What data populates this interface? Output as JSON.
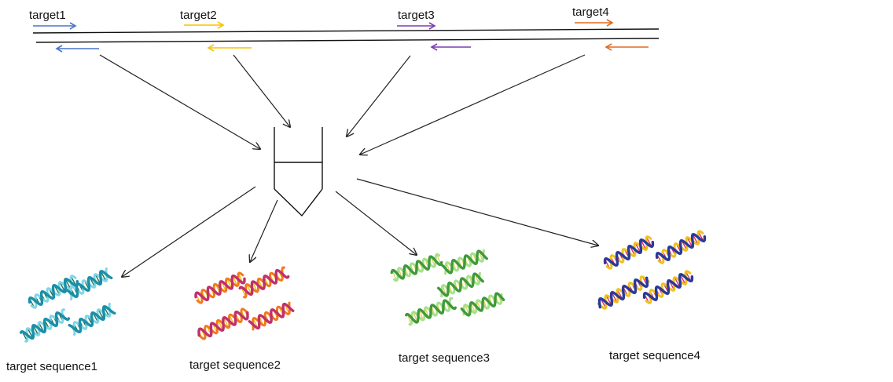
{
  "targets": [
    {
      "label": "target1",
      "color": "#4a74c9"
    },
    {
      "label": "target2",
      "color": "#f5c400"
    },
    {
      "label": "target3",
      "color": "#7a3fb0"
    },
    {
      "label": "target4",
      "color": "#e06a1e"
    }
  ],
  "sequences": [
    {
      "label": "target sequence1",
      "strand_a": "#1a8fa8",
      "strand_b": "#7fd6e8",
      "rung": "#2f6f4f"
    },
    {
      "label": "target sequence2",
      "strand_a": "#c0306e",
      "strand_b": "#f07a1e",
      "rung": "#f5c400"
    },
    {
      "label": "target sequence3",
      "strand_a": "#3f9a3a",
      "strand_b": "#a8e08a",
      "rung": "#e8d060"
    },
    {
      "label": "target sequence4",
      "strand_a": "#2a3a9a",
      "strand_b": "#f0c020",
      "rung": "#e03060"
    }
  ]
}
